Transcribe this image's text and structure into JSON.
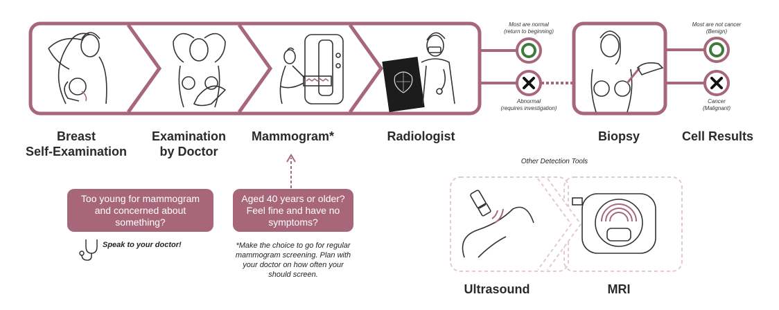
{
  "steps": [
    {
      "label_line1": "Breast",
      "label_line2": "Self-Examination"
    },
    {
      "label_line1": "Examination",
      "label_line2": "by Doctor"
    },
    {
      "label_line1": "Mammogram*",
      "label_line2": ""
    },
    {
      "label_line1": "Radiologist",
      "label_line2": ""
    },
    {
      "label_line1": "Biopsy",
      "label_line2": ""
    },
    {
      "label_line1": "Cell Results",
      "label_line2": ""
    }
  ],
  "radiologist_outcomes": {
    "normal_line1": "Most are normal",
    "normal_line2": "(return to beginning)",
    "abnormal_line1": "Abnormal",
    "abnormal_line2": "(requires investigation)"
  },
  "cell_outcomes": {
    "benign_line1": "Most are not cancer",
    "benign_line2": "(Benign)",
    "malignant_line1": "Cancer",
    "malignant_line2": "(Malignant)"
  },
  "boxes": {
    "young": "Too young for mammogram and concerned about something?",
    "aged": "Aged 40 years or older? Feel fine and have no symptoms?"
  },
  "speak": "Speak to your doctor!",
  "note": "*Make the choice to go for regular mammogram screening. Plan with your doctor on how often your should screen.",
  "other_tools": {
    "title": "Other Detection Tools",
    "ultrasound": "Ultrasound",
    "mri": "MRI"
  },
  "colors": {
    "accent": "#a8667a",
    "light_accent": "#e3c8cf",
    "normal_ring": "#3f7a3a",
    "line": "#333333"
  }
}
